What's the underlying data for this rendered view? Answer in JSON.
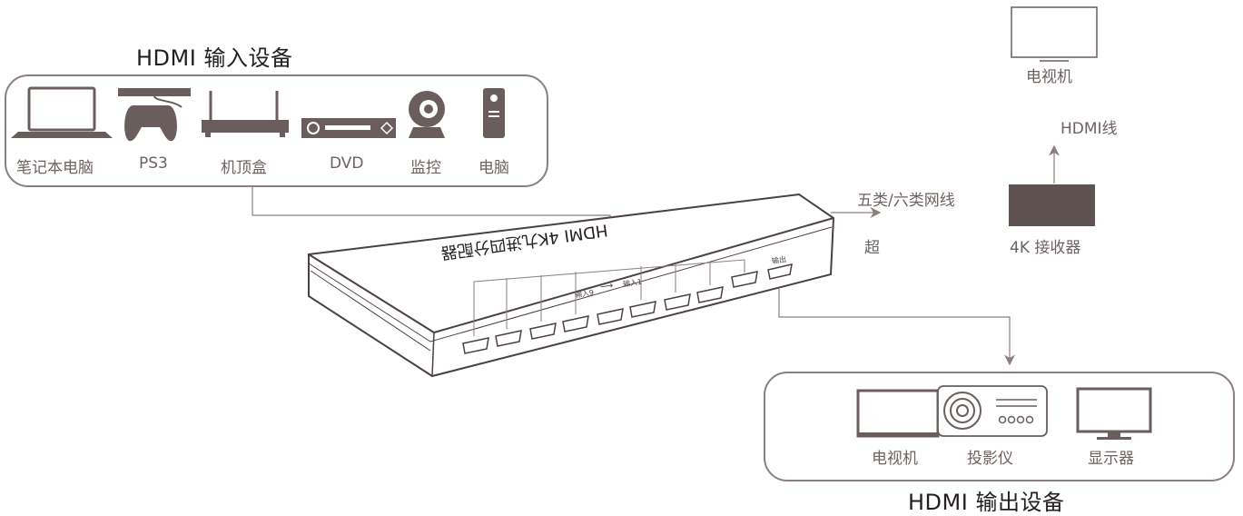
{
  "input_group": {
    "title": "HDMI 输入设备",
    "devices": [
      "笔记本电脑",
      "PS3",
      "机顶盒",
      "DVD",
      "监控",
      "电脑"
    ]
  },
  "output_group": {
    "title": "HDMI 输出设备",
    "devices": [
      "电视机",
      "投影仪",
      "显示器"
    ]
  },
  "extender": {
    "cable_label": "五类/六类网线",
    "side_label": "超",
    "receiver_label": "4K 接收器",
    "hdmi_cable_label": "HDMI线",
    "tv_label": "电视机"
  },
  "switch_device": {
    "top_text": "HDMI 4K九进四分配器",
    "port_label_in9": "输入9",
    "port_label_in1": "输入1",
    "port_label_out": "输出"
  },
  "colors": {
    "line": "#8a7f7d",
    "icon": "#6a5e5c",
    "receiver": "#5e5250"
  }
}
